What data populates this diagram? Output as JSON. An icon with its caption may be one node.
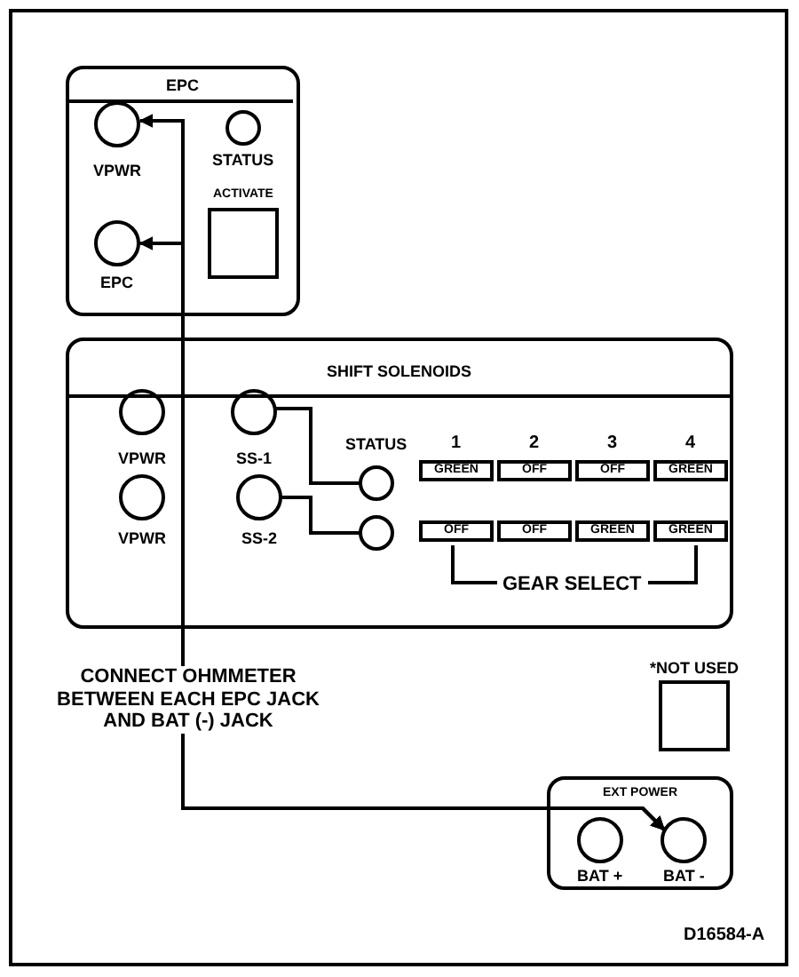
{
  "diagram": {
    "nodes": [
      {
        "text": [
          "EPC"
        ]
      },
      {
        "text": [
          "VPWR"
        ],
        "in": 0
      },
      {
        "text": [
          "STATUS"
        ],
        "in": 0
      },
      {
        "text": [
          "EPC"
        ],
        "in": 0
      },
      {
        "text": [
          "ACTIVATE"
        ],
        "in": 0
      },
      {
        "text": [
          "SHIFT SOLENOIDS"
        ]
      },
      {
        "text": [
          "VPWR"
        ],
        "in": 5
      },
      {
        "text": [
          "VPWR"
        ],
        "in": 5
      },
      {
        "text": [
          "SS-1"
        ],
        "in": 5
      },
      {
        "text": [
          "SS-2"
        ],
        "in": 5
      },
      {
        "text": [
          "STATUS"
        ],
        "in": 5
      },
      {
        "text": [],
        "shape": "circle",
        "in": 5
      },
      {
        "text": [
          "GREEN"
        ],
        "in": 5
      },
      {
        "text": [
          "OFF"
        ],
        "in": 5
      },
      {
        "text": [
          "OFF"
        ],
        "in": 5
      },
      {
        "text": [
          "GREEN"
        ],
        "in": 5
      },
      {
        "text": [
          "OFF"
        ],
        "in": 5
      },
      {
        "text": [
          "OFF"
        ],
        "in": 5
      },
      {
        "text": [
          "GREEN"
        ],
        "in": 5
      },
      {
        "text": [
          "GREEN"
        ],
        "in": 5
      },
      {
        "text": [
          "*NOT USED"
        ]
      },
      {
        "text": [
          "EXT POWER"
        ]
      },
      {
        "text": [
          "BAT +"
        ],
        "in": 21
      },
      {
        "text": [
          "BAT -"
        ],
        "in": 21
      }
    ],
    "edges": [
      {
        "from": 8,
        "to": 10,
        "arrow": "none"
      },
      {
        "from": 9,
        "to": 11,
        "arrow": "none"
      },
      {
        "from": 23,
        "to": 1,
        "arrow": "both"
      },
      {
        "from": 23,
        "to": 3,
        "arrow": "both"
      }
    ],
    "labels": [
      "1",
      "2",
      "3",
      "4",
      "GEAR SELECT",
      "CONNECT OHMMETER BETWEEN EACH EPC JACK AND BAT (-) JACK",
      "D16584-A"
    ]
  }
}
